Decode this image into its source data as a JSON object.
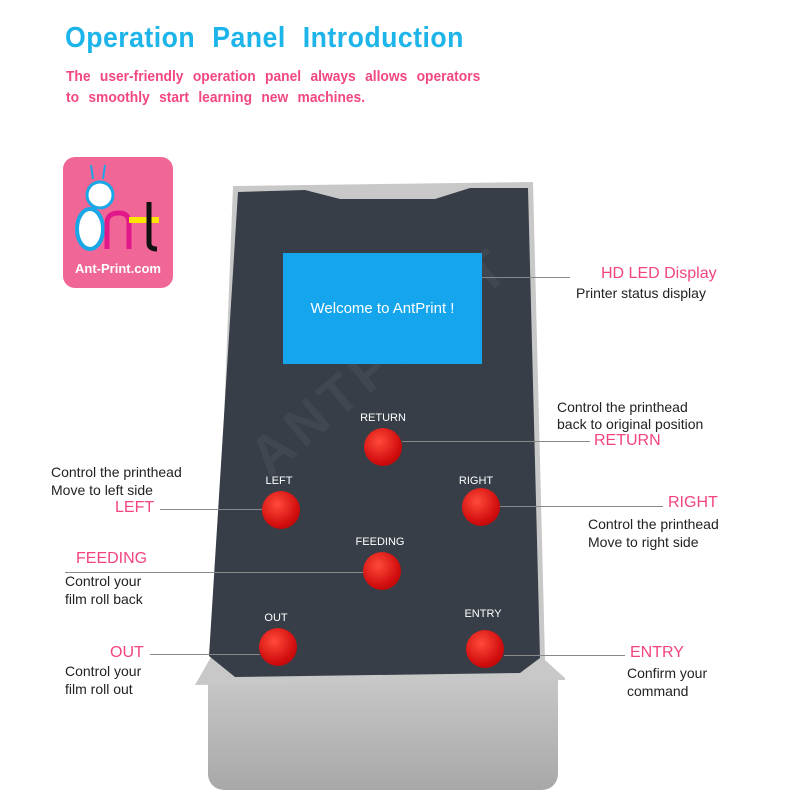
{
  "header": {
    "title": "Operation Panel Introduction",
    "subtitle_lines": [
      "The user-friendly operation panel always allows operators",
      "to smoothly start learning new machines."
    ]
  },
  "logo": {
    "text": "Ant-Print.com",
    "letters": "Ant"
  },
  "panel": {
    "screen_text": "Welcome to AntPrint !",
    "watermark": "ANTPRINT",
    "buttons": {
      "return": "RETURN",
      "left": "LEFT",
      "right": "RIGHT",
      "feeding": "FEEDING",
      "out": "OUT",
      "entry": "ENTRY"
    }
  },
  "callouts": {
    "display": {
      "title": "HD LED Display",
      "lines": [
        "Printer status display"
      ]
    },
    "return": {
      "title": "RETURN",
      "lines": [
        "Control the printhead",
        "back to original position"
      ]
    },
    "left": {
      "title": "LEFT",
      "lines": [
        "Control the printhead",
        "Move to left side"
      ]
    },
    "right": {
      "title": "RIGHT",
      "lines": [
        "Control the printhead",
        "Move to right side"
      ]
    },
    "feeding": {
      "title": "FEEDING",
      "lines": [
        "Control your",
        "film roll back"
      ]
    },
    "out": {
      "title": "OUT",
      "lines": [
        "Control your",
        "film roll out"
      ]
    },
    "entry": {
      "title": "ENTRY",
      "lines": [
        "Confirm your",
        "command"
      ]
    }
  },
  "colors": {
    "title": "#1db4ea",
    "accent": "#f2457d",
    "panel": "#373e47",
    "screen": "#14a5ec",
    "button": "#d30f0f"
  }
}
